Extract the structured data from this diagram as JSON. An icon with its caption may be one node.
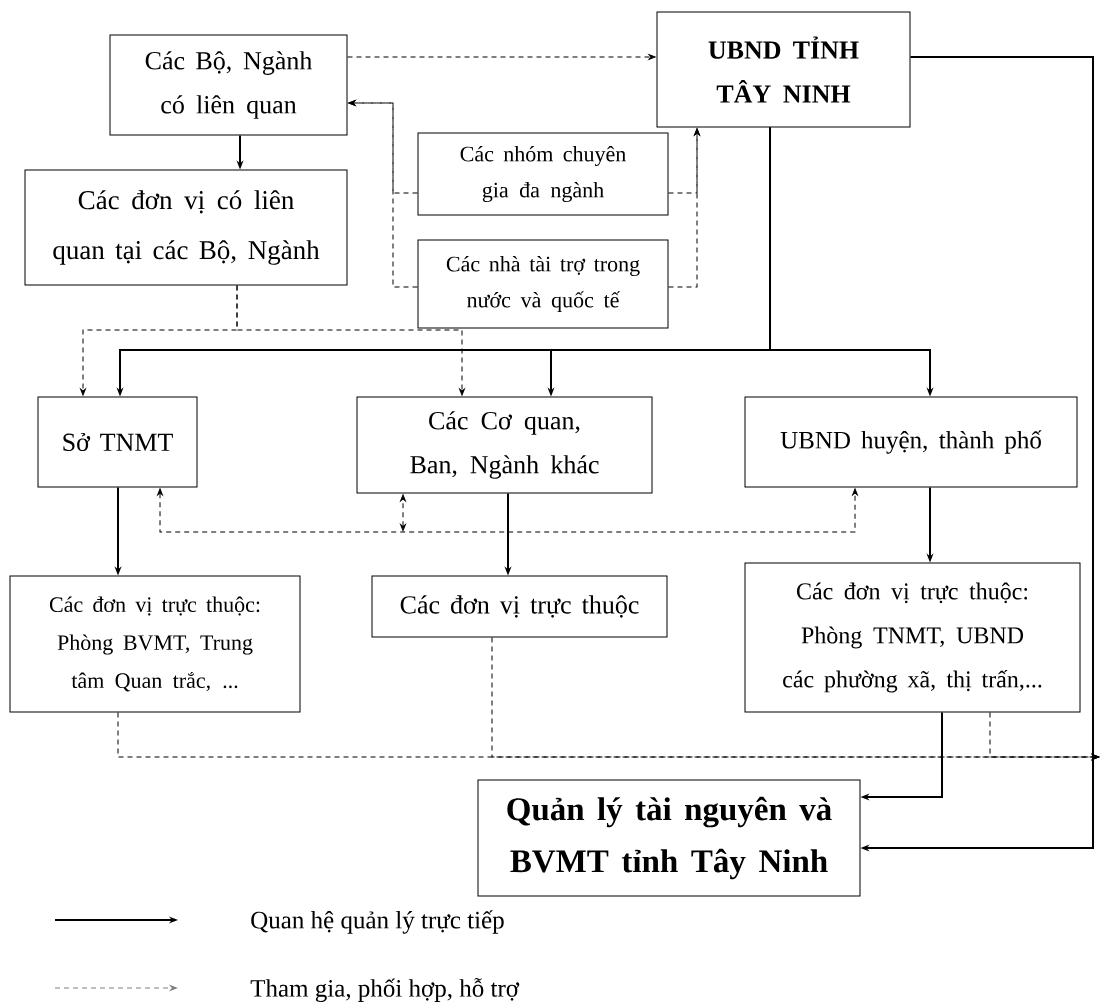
{
  "diagram": {
    "nodes": [
      {
        "text": [
          "Các Bộ, Ngành có liên quan"
        ]
      },
      {
        "text": [
          "UBND TỈNH TÂY NINH"
        ]
      },
      {
        "text": [
          "Các nhóm chuyên gia đa ngành"
        ]
      },
      {
        "text": [
          "Các đơn vị có liên quan tại các Bộ, Ngành"
        ]
      },
      {
        "text": [
          "Các nhà tài trợ trong nước và quốc tế"
        ]
      },
      {
        "text": [
          "Sở TNMT"
        ]
      },
      {
        "text": [
          "Các Cơ quan, Ban, Ngành khác"
        ]
      },
      {
        "text": [
          "UBND huyện, thành phố"
        ]
      },
      {
        "text": [
          "Các đơn vị trực thuộc: Phòng BVMT, Trung tâm Quan trắc, ..."
        ]
      },
      {
        "text": [
          "Các đơn vị trực thuộc"
        ]
      },
      {
        "text": [
          "Các đơn vị trực thuộc: Phòng TNMT, UBND các phường xã, thị trấn,..."
        ]
      },
      {
        "text": [
          "Quản lý tài nguyên và BVMT tỉnh Tây Ninh"
        ]
      }
    ],
    "edges": [
      {
        "from": 0,
        "to": 1,
        "arrow": "to",
        "style": "dashed"
      },
      {
        "from": 2,
        "to": 0,
        "arrow": "to",
        "style": "dashed"
      },
      {
        "from": 4,
        "to": 0,
        "arrow": "to",
        "style": "dashed"
      },
      {
        "from": 2,
        "to": 1,
        "arrow": "to",
        "style": "dashed"
      },
      {
        "from": 4,
        "to": 1,
        "arrow": "to",
        "style": "dashed"
      },
      {
        "from": 0,
        "to": 3,
        "arrow": "to"
      },
      {
        "from": 3,
        "to": 5,
        "arrow": "to",
        "style": "dashed"
      },
      {
        "from": 3,
        "to": 6,
        "arrow": "to",
        "style": "dashed"
      },
      {
        "from": 1,
        "to": 5,
        "arrow": "to"
      },
      {
        "from": 1,
        "to": 6,
        "arrow": "to"
      },
      {
        "from": 1,
        "to": 7,
        "arrow": "to"
      },
      {
        "from": 5,
        "to": 7,
        "arrow": "both",
        "style": "dashed"
      },
      {
        "from": null,
        "to": 6,
        "arrow": "both",
        "style": "dashed"
      },
      {
        "from": 5,
        "to": 8,
        "arrow": "to"
      },
      {
        "from": 6,
        "to": 9,
        "arrow": "to"
      },
      {
        "from": 7,
        "to": 10,
        "arrow": "to"
      },
      {
        "from": 10,
        "to": 11,
        "arrow": "to"
      },
      {
        "from": 1,
        "to": 11,
        "arrow": "to"
      },
      {
        "from": 8,
        "to": null,
        "arrow": "to",
        "style": "dashed"
      },
      {
        "from": 9,
        "to": null,
        "arrow": "to",
        "style": "dashed"
      },
      {
        "from": 10,
        "to": null,
        "arrow": "to",
        "style": "dashed"
      }
    ],
    "legend": [
      {
        "text": "Quan hệ quản lý trực tiếp"
      },
      {
        "text": "Tham gia, phối hợp, hỗ trợ"
      }
    ]
  }
}
